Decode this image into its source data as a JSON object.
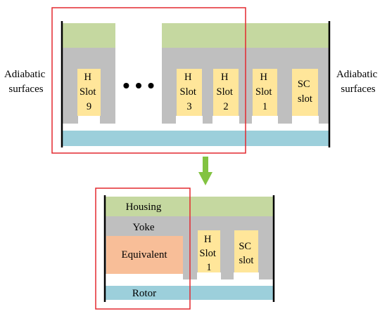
{
  "top": {
    "left_label": [
      "Adiabatic",
      "surfaces"
    ],
    "right_label": [
      "Adiabatic",
      "surfaces"
    ],
    "ellipsis": "• • •",
    "slots": [
      {
        "lines": [
          "H",
          "Slot",
          "9"
        ]
      },
      {
        "lines": [
          "H",
          "Slot",
          "3"
        ]
      },
      {
        "lines": [
          "H",
          "Slot",
          "2"
        ]
      },
      {
        "lines": [
          "H",
          "Slot",
          "1"
        ]
      },
      {
        "lines": [
          "SC",
          "slot"
        ]
      }
    ]
  },
  "bottom": {
    "housing_label": "Housing",
    "yoke_label": "Yoke",
    "equivalent_label": "Equivalent",
    "rotor_label": "Rotor",
    "slots": [
      {
        "lines": [
          "H",
          "Slot",
          "1"
        ]
      },
      {
        "lines": [
          "SC",
          "slot"
        ]
      }
    ]
  },
  "colors": {
    "housing": "#c5d8a0",
    "yoke": "#bfbfbf",
    "slot": "#ffe69a",
    "rotor": "#9ccfdb",
    "equivalent": "#f8be98",
    "highlight": "#e3292f",
    "arrow": "#82c341"
  }
}
